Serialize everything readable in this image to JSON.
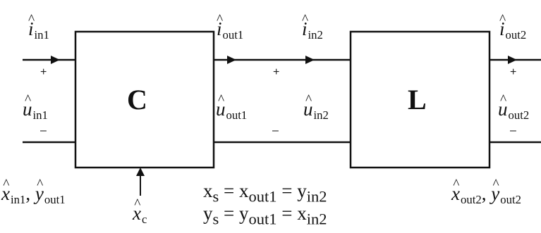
{
  "blocks": {
    "left": "C",
    "right": "L"
  },
  "port_labels": {
    "i_in1": {
      "sym": "i",
      "sub": "in1"
    },
    "u_in1": {
      "sym": "u",
      "sub": "in1"
    },
    "i_out1": {
      "sym": "i",
      "sub": "out1"
    },
    "u_out1": {
      "sym": "u",
      "sub": "out1"
    },
    "i_in2": {
      "sym": "i",
      "sub": "in2"
    },
    "u_in2": {
      "sym": "u",
      "sub": "in2"
    },
    "i_out2": {
      "sym": "i",
      "sub": "out2"
    },
    "u_out2": {
      "sym": "u",
      "sub": "out2"
    }
  },
  "signs": {
    "plus": "+",
    "minus": "–"
  },
  "bottom_labels": {
    "left_x": {
      "sym": "x",
      "sub": "in1"
    },
    "left_sep": ",",
    "left_y": {
      "sym": "y",
      "sub": "out1"
    },
    "control": {
      "sym": "x",
      "sub": "c"
    },
    "right_x": {
      "sym": "x",
      "sub": "out2"
    },
    "right_sep": ",",
    "right_y": {
      "sym": "y",
      "sub": "out2"
    }
  },
  "equations": {
    "line1": {
      "a": {
        "sym": "x",
        "sub": "s"
      },
      "b": {
        "sym": "x",
        "sub": "out1"
      },
      "c": {
        "sym": "y",
        "sub": "in2"
      },
      "op": "="
    },
    "line2": {
      "a": {
        "sym": "y",
        "sub": "s"
      },
      "b": {
        "sym": "y",
        "sub": "out1"
      },
      "c": {
        "sym": "x",
        "sub": "in2"
      },
      "op": "="
    }
  }
}
